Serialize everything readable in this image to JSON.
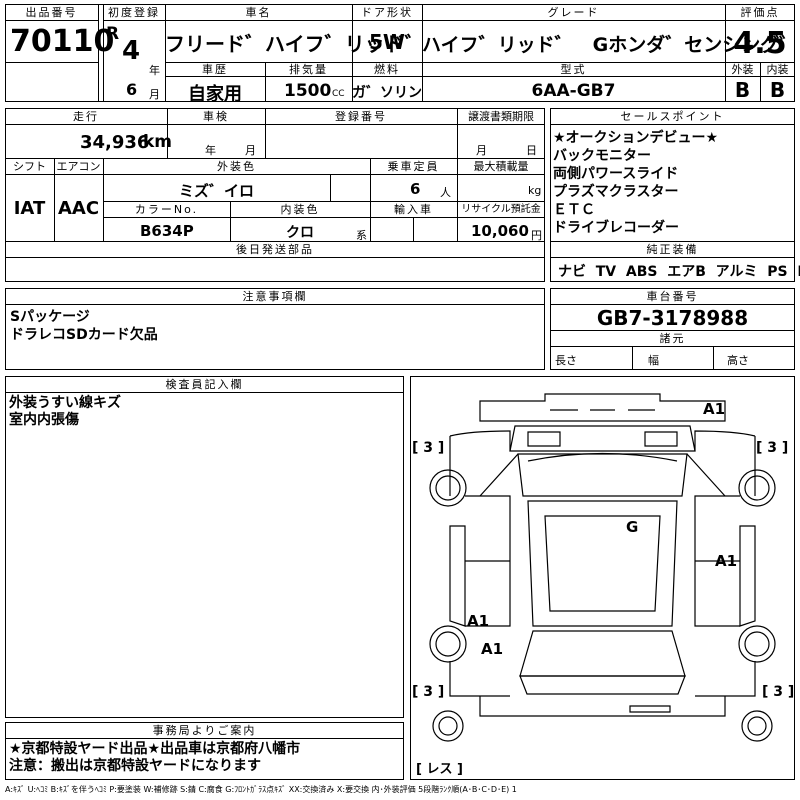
{
  "header": {
    "lot_label": "出品番号",
    "lot_no": "70110",
    "first_reg_label": "初度登録",
    "era": "R",
    "year": "4",
    "year_unit": "年",
    "month": "6",
    "month_unit": "月",
    "car_name_label": "車名",
    "car_name": "フリード゛ハイフ゛リッド゛",
    "door_label": "ドア形状",
    "door": "5W",
    "grade_label": "グレード",
    "grade": "ハイフ゛リッド゛　Gホンダ゛センシング゛",
    "score_label": "評価点",
    "score": "4.5",
    "history_label": "車歴",
    "history": "自家用",
    "displacement_label": "排気量",
    "displacement": "1500",
    "cc": "CC",
    "fuel_label": "燃料",
    "fuel": "ガ゛ソリン",
    "model_label": "型式",
    "model": "6AA-GB7",
    "exterior_label": "外装",
    "exterior": "B",
    "interior_label": "内装",
    "interior": "B"
  },
  "details": {
    "mileage_label": "走行",
    "mileage": "34,936",
    "km": "km",
    "inspection_label": "車検",
    "inspection_year": "年",
    "inspection_month": "月",
    "reg_no_label": "登録番号",
    "transfer_label": "譲渡書類期限",
    "transfer_month": "月",
    "transfer_day": "日",
    "shift_label": "シフト",
    "shift": "IAT",
    "ac_label": "エアコン",
    "ac": "AAC",
    "ext_color_label": "外装色",
    "ext_color": "ミズ゛イロ",
    "capacity_label": "乗車定員",
    "capacity": "6",
    "capacity_unit": "人",
    "load_label": "最大積載量",
    "load_unit": "kg",
    "color_no_label": "カラーNo.",
    "color_no": "B634P",
    "int_color_label": "内装色",
    "int_color": "クロ",
    "int_unit": "系",
    "import_label": "輸入車",
    "recycle_label": "リサイクル預託金",
    "recycle": "10,060",
    "yen": "円",
    "later_parts_label": "後日発送部品"
  },
  "sales": {
    "label": "セールスポイント",
    "items": [
      "★オークションデビュー★",
      "バックモニター",
      "両側パワースライド",
      "プラズマクラスター",
      "ＥＴＣ",
      "ドライブレコーダー"
    ],
    "equip_label": "純正装備",
    "equip": [
      "ナビ",
      "TV",
      "ABS",
      "エアB",
      "アルミ",
      "PS",
      "PW"
    ]
  },
  "notes": {
    "label": "注意事項欄",
    "lines": [
      "Sパッケージ",
      "ドラレコSDカード欠品"
    ]
  },
  "chassis": {
    "label": "車台番号",
    "number": "GB7-3178988",
    "spec_label": "諸元",
    "length": "長さ",
    "width": "幅",
    "height": "高さ"
  },
  "inspector": {
    "label": "検査員記入欄",
    "lines": [
      "外装うすい線キズ",
      "室内内張傷"
    ]
  },
  "diagram": {
    "marks": [
      "A1",
      "G",
      "A1",
      "A1",
      "A1"
    ],
    "tires": [
      "[ 3 ]",
      "[ 3 ]",
      "[ 3 ]",
      "[ 3 ]"
    ],
    "spare": "[ レス ]"
  },
  "office": {
    "label": "事務局よりご案内",
    "lines": [
      "★京都特設ヤード出品★出品車は京都府八幡市",
      "注意：搬出は京都特設ヤードになります"
    ]
  },
  "legend": "A:ｷｽﾞ  U:ﾍｺﾐ B:ｷｽﾞを伴うﾍｺﾐ P:要塗装 W:補修跡 S:錆 C:腐食 G:ﾌﾛﾝﾄｶﾞﾗｽ点ｷｽﾞ XX:交換済み X:要交換  内･外装評価  5段階ﾗﾝｸ順(A･B･C･D･E) 1"
}
